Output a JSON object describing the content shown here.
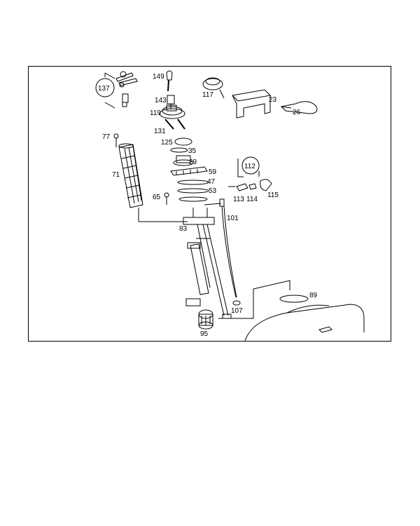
{
  "diagram": {
    "callouts": {
      "c137": "137",
      "c149": "149",
      "c143": "143",
      "c117": "117",
      "c23": "23",
      "c26": "26",
      "c119": "119",
      "c131": "131",
      "c77": "77",
      "c125": "125",
      "c35": "35",
      "c29": "29",
      "c112": "112",
      "c71": "71",
      "c59": "59",
      "c47": "47",
      "c53": "53",
      "c65": "65",
      "c113": "113",
      "c114": "114",
      "c115": "115",
      "c101": "101",
      "c83": "83",
      "c89": "89",
      "c107": "107",
      "c95": "95"
    }
  }
}
